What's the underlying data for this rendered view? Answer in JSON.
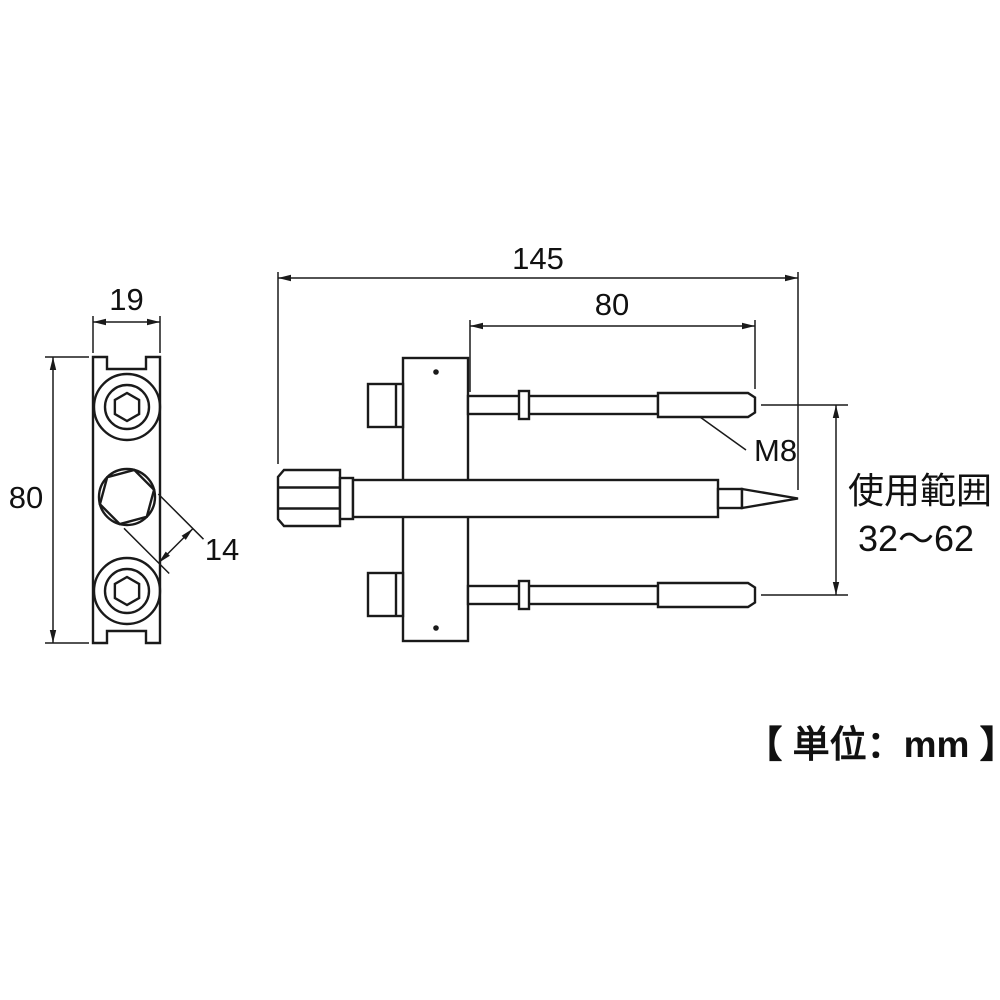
{
  "drawing": {
    "left_view": {
      "dim_width": "19",
      "dim_height": "80",
      "dim_hex_flats": "14"
    },
    "side_view": {
      "dim_overall_length": "145",
      "dim_thread_length": "80",
      "thread_size_label": "M8",
      "usage_range_title": "使用範囲",
      "usage_range_value": "32〜62"
    },
    "unit_note": "【 単位：mm 】"
  }
}
